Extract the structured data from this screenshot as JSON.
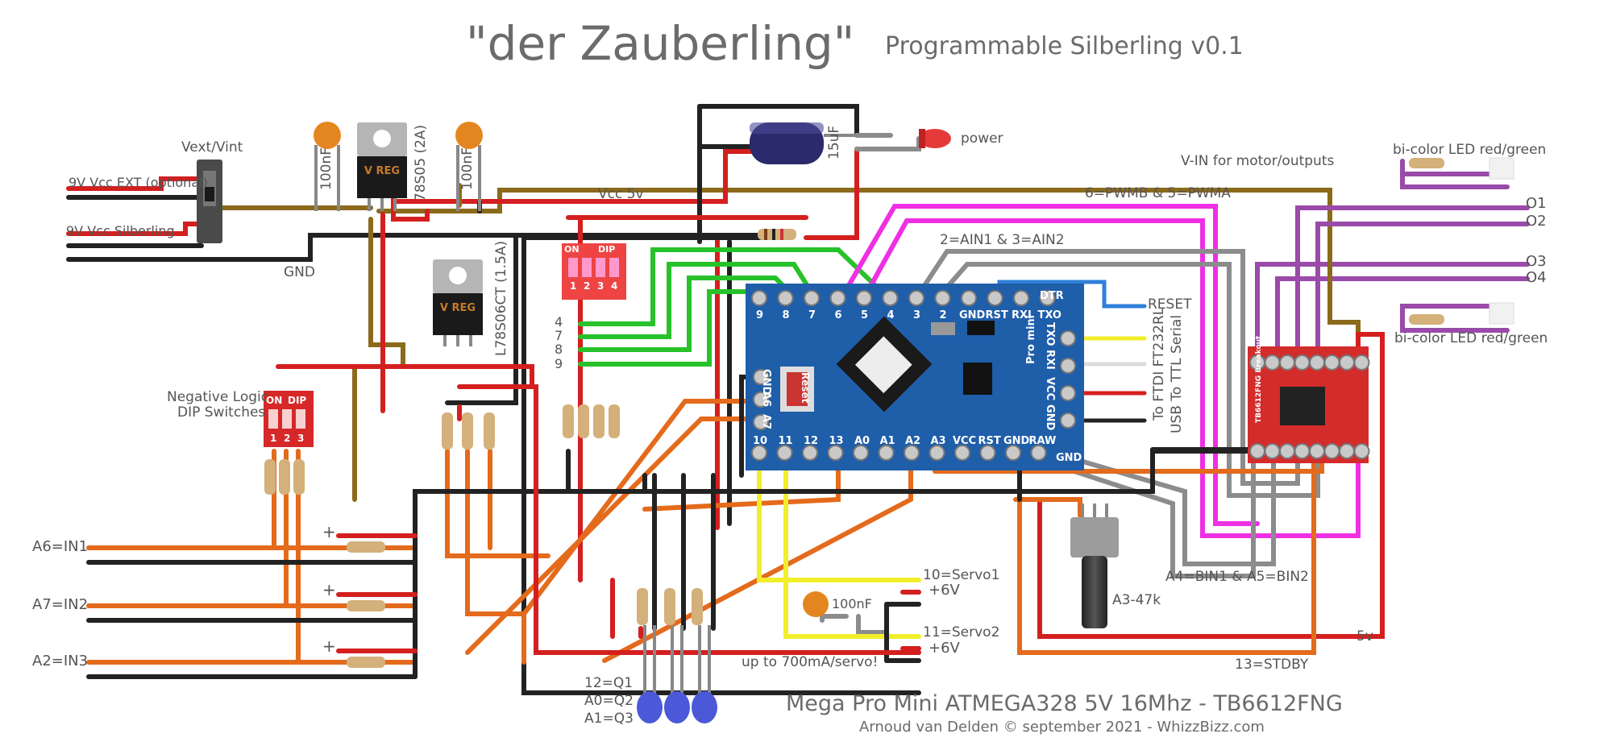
{
  "title": "\"der Zauberling\"",
  "subtitle": "Programmable Silberling v0.1",
  "labels": {
    "vext_vint": "Vext/Vint",
    "vcc_ext": "9V Vcc EXT (optional)",
    "vcc_silberling": "9V Vcc Silberling",
    "gnd": "GND",
    "cap1": "100nF",
    "reg1": "78S05 (2A)",
    "cap2": "100nF",
    "reg2": "L78S06CT (1.5A)",
    "cap3": "15uF",
    "power": "power",
    "vin_motor": "V-IN for motor/outputs",
    "pwm": "6=PWMB & 5=PWMA",
    "ain": "2=AIN1 & 3=AIN2",
    "vcc5v": "Vcc 5v",
    "dip_pins": [
      "4",
      "7",
      "8",
      "9"
    ],
    "neg_logic1": "Negative Logic",
    "neg_logic2": "DIP Switches",
    "reset": "RESET",
    "ftdi1": "To FTDI FT232RL",
    "ftdi2": "USB To TTL Serial",
    "bicolor_top": "bi-color LED red/green",
    "bicolor_bottom": "bi-color LED red/green",
    "o1": "O1",
    "o2": "O2",
    "o3": "O3",
    "o4": "O4",
    "in1": "A6=IN1",
    "in2": "A7=IN2",
    "in3": "A2=IN3",
    "plus": "+",
    "servo1": "10=Servo1",
    "servo2": "11=Servo2",
    "plus6v1": "+6V",
    "plus6v2": "+6V",
    "cap4": "100nF",
    "servo_note": "up to 700mA/servo!",
    "pot": "A3-47k",
    "bin": "A4=BIN1 & A5=BIN2",
    "stdby": "13=STDBY",
    "v5": "5v",
    "q1": "12=Q1",
    "q2": "A0=Q2",
    "q3": "A1=Q3",
    "footer1": "Mega Pro Mini ATMEGA328 5V 16Mhz - TB6612FNG",
    "footer2": "Arnoud van Delden © september 2021 - WhizzBizz.com"
  },
  "pro_mini": {
    "top_pins": [
      "9",
      "8",
      "7",
      "6",
      "5",
      "4",
      "3",
      "2",
      "GND",
      "RST",
      "RXI",
      "TXO"
    ],
    "dtr": "DTR",
    "left_pins": [
      "GND",
      "A6",
      "A7"
    ],
    "bottom_pins": [
      "10",
      "11",
      "12",
      "13",
      "A0",
      "A1",
      "A2",
      "A3",
      "VCC",
      "RST",
      "GND",
      "RAW"
    ],
    "bottom_gnd": "GND",
    "right_pins": [
      "TXO",
      "RXI",
      "VCC",
      "GND"
    ],
    "board_text": "Pro mini",
    "reset_text": "Reset"
  },
  "dip4": {
    "on": "ON",
    "dip": "DIP",
    "nums": [
      "1",
      "2",
      "3",
      "4"
    ]
  },
  "dip3": {
    "on": "ON",
    "dip": "DIP",
    "nums": [
      "1",
      "2",
      "3"
    ]
  },
  "reg_text": "V REG",
  "tb6612_text": "TB6612FNG Breakout",
  "colors": {
    "red": "#d41f1f",
    "black": "#222222",
    "brown": "#8b6a1c",
    "green": "#27c22a",
    "magenta": "#ef2fe4",
    "gray": "#8c8c8c",
    "purple": "#9a4aa8",
    "orange": "#e46a1c",
    "yellow": "#f1ee2b",
    "blue": "#2f7fd8",
    "board_blue": "#1f5ea9",
    "breakout_red": "#d42b2b"
  }
}
